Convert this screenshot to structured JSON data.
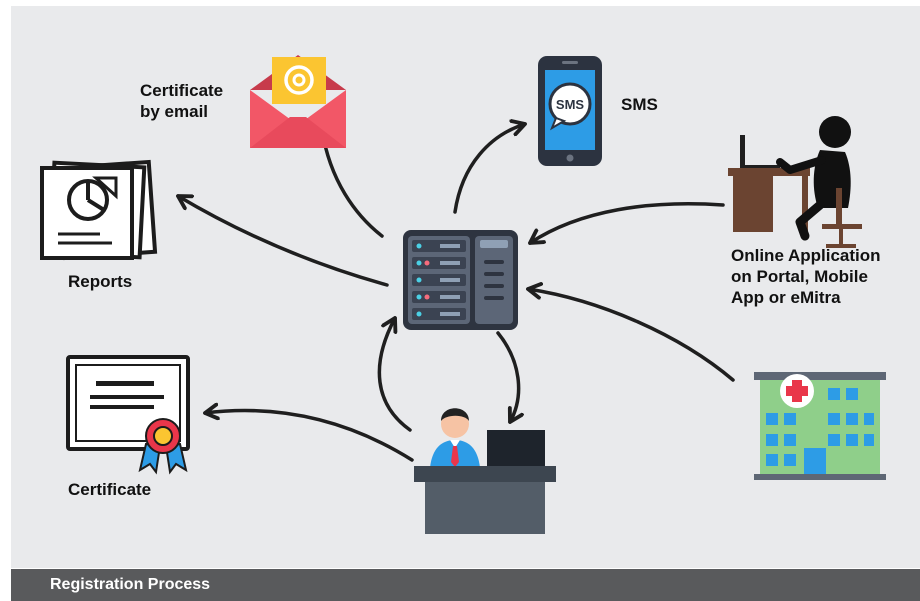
{
  "caption": "Registration Process",
  "labels": {
    "certificate_email": "Certificate\nby email",
    "sms": "SMS",
    "reports": "Reports",
    "online_application": "Online Application\non Portal, Mobile\nApp or eMitra",
    "certificate": "Certificate"
  },
  "icons": {
    "email": "envelope-at-icon",
    "sms": "smartphone-sms-icon",
    "reports": "report-documents-icon",
    "server": "server-rack-icon",
    "online": "person-at-computer-icon",
    "certificate": "certificate-icon",
    "registrar": "registrar-at-desk-icon",
    "hospital": "hospital-icon"
  },
  "colors": {
    "background": "#e9eaec",
    "caption_bar": "#595a5c",
    "arrow": "#1f1f1f"
  }
}
